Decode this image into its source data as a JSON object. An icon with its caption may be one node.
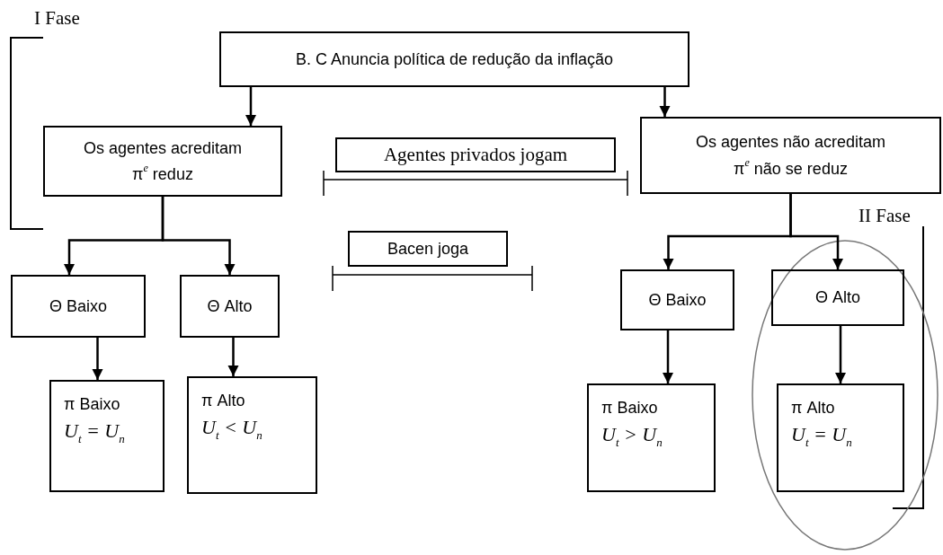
{
  "diagram": {
    "nodes": [
      {
        "text": [
          "B. C Anuncia política de redução da inflação"
        ]
      },
      {
        "text": [
          "Os agentes acreditam",
          "π$^{e}$ reduz"
        ]
      },
      {
        "text": [
          "Os agentes não acreditam",
          "π$^{e}$ não se reduz"
        ]
      },
      {
        "text": [
          "Agentes privados jogam"
        ]
      },
      {
        "text": [
          "Bacen joga"
        ]
      },
      {
        "text": [
          "Θ Baixo"
        ]
      },
      {
        "text": [
          "Θ Alto"
        ]
      },
      {
        "text": [
          "π Baixo",
          "U$_{t}$ = U$_{n}$"
        ]
      },
      {
        "text": [
          "π Alto",
          "U$_{t}$ < U$_{n}$"
        ]
      },
      {
        "text": [
          "Θ Baixo"
        ]
      },
      {
        "text": [
          "Θ Alto"
        ]
      },
      {
        "text": [
          "π Baixo",
          "U$_{t}$ > U$_{n}$"
        ]
      },
      {
        "text": [
          "π Alto",
          "U$_{t}$ = U$_{n}$"
        ]
      }
    ],
    "edges": [
      {
        "from": 0,
        "to": 1,
        "arrow": "to"
      },
      {
        "from": 0,
        "to": 2,
        "arrow": "to"
      },
      {
        "from": 1,
        "to": 5,
        "arrow": "to"
      },
      {
        "from": 1,
        "to": 6,
        "arrow": "to"
      },
      {
        "from": 2,
        "to": 9,
        "arrow": "to"
      },
      {
        "from": 2,
        "to": 10,
        "arrow": "to"
      },
      {
        "from": 5,
        "to": 7,
        "arrow": "to"
      },
      {
        "from": 6,
        "to": 8,
        "arrow": "to"
      },
      {
        "from": 9,
        "to": 11,
        "arrow": "to"
      },
      {
        "from": 10,
        "to": 12,
        "arrow": "to"
      }
    ],
    "labels": [
      "I Fase",
      "II Fase"
    ]
  }
}
